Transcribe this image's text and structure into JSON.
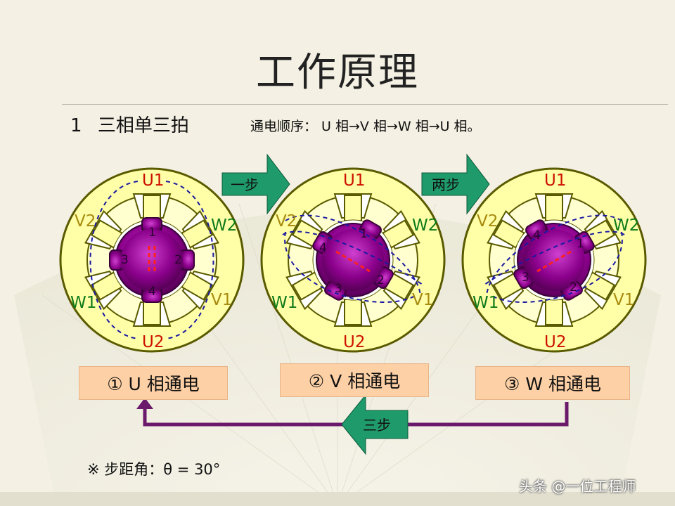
{
  "title": "工作原理",
  "heading": {
    "number": "1",
    "text": "三相单三拍"
  },
  "sequence": "通电顺序： U 相→V 相→W 相→U 相。",
  "motors": [
    {
      "labels": {
        "top": "U1",
        "bottom": "U2",
        "upper_left": "V2",
        "upper_right": "W2",
        "lower_left": "W1",
        "lower_right": "V1"
      },
      "tooth_numbers": [
        "1",
        "2",
        "3",
        "4"
      ],
      "state_label": "① U 相通电"
    },
    {
      "labels": {
        "top": "U1",
        "bottom": "U2",
        "upper_left": "V2",
        "upper_right": "W2",
        "lower_left": "W1",
        "lower_right": "V1"
      },
      "tooth_numbers": [
        "1",
        "2",
        "3",
        "4"
      ],
      "state_label": "② V 相通电"
    },
    {
      "labels": {
        "top": "U1",
        "bottom": "U2",
        "upper_left": "V2",
        "upper_right": "W2",
        "lower_left": "W1",
        "lower_right": "V1"
      },
      "tooth_numbers": [
        "1",
        "2",
        "3",
        "4"
      ],
      "state_label": "③ W 相通电"
    }
  ],
  "arrows": {
    "step1": "一步",
    "step2": "两步",
    "step3": "三步"
  },
  "note": "※ 步距角：θ = 30°",
  "watermark": "头条 @一位工程师",
  "colors": {
    "stator_yellow": "#ffffa8",
    "rotor_purple": "#8a008a",
    "box_fill": "#fdd0a5",
    "arrow_green": "#1f9a6a",
    "loop_purple": "#6b1a6b"
  }
}
